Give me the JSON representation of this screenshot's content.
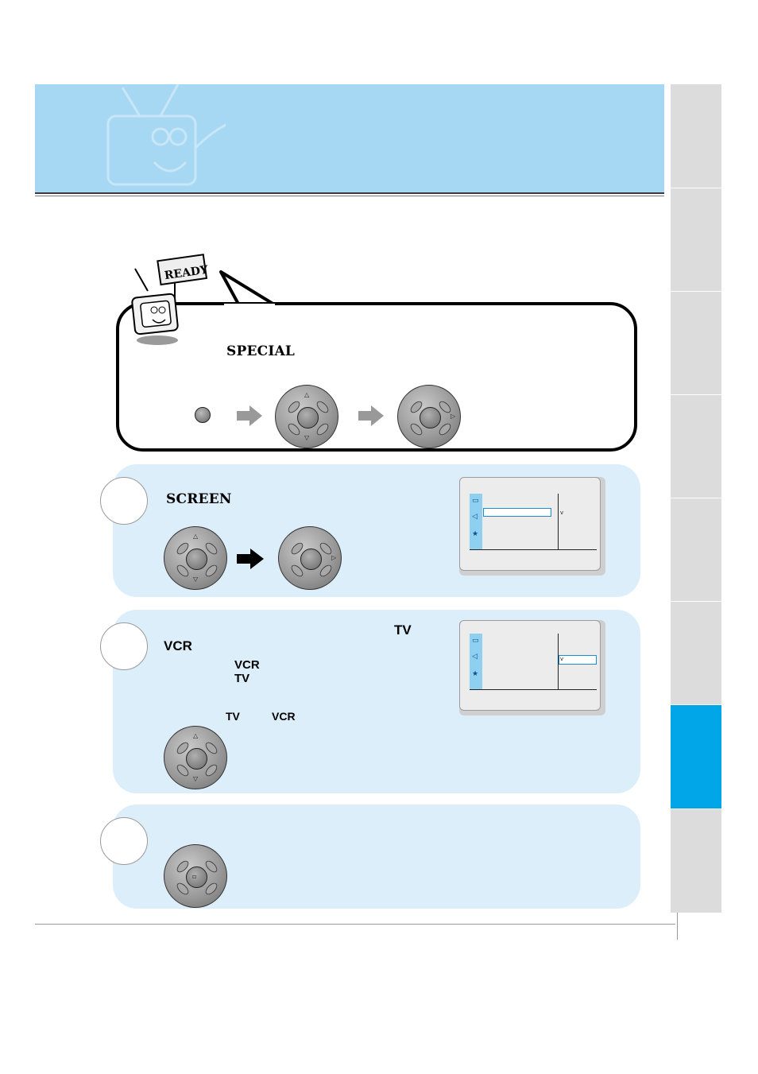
{
  "bubble": {
    "menu_name": "SPECIAL"
  },
  "step1": {
    "menu_item": "SCREEN"
  },
  "step2": {
    "option_tv": "TV",
    "option_vcr": "VCR",
    "line_vcr": "VCR",
    "line_tv": "TV",
    "toggle_tv": "TV",
    "toggle_vcr": "VCR",
    "check_mark": "v"
  },
  "menu_screen_1": {
    "check_mark": "v"
  },
  "sign": {
    "text": "READY"
  },
  "colors": {
    "header": "#a6d8f4",
    "step_box": "#ddeefb",
    "active_tab": "#00a6e8",
    "tab": "#dcdcdc"
  }
}
